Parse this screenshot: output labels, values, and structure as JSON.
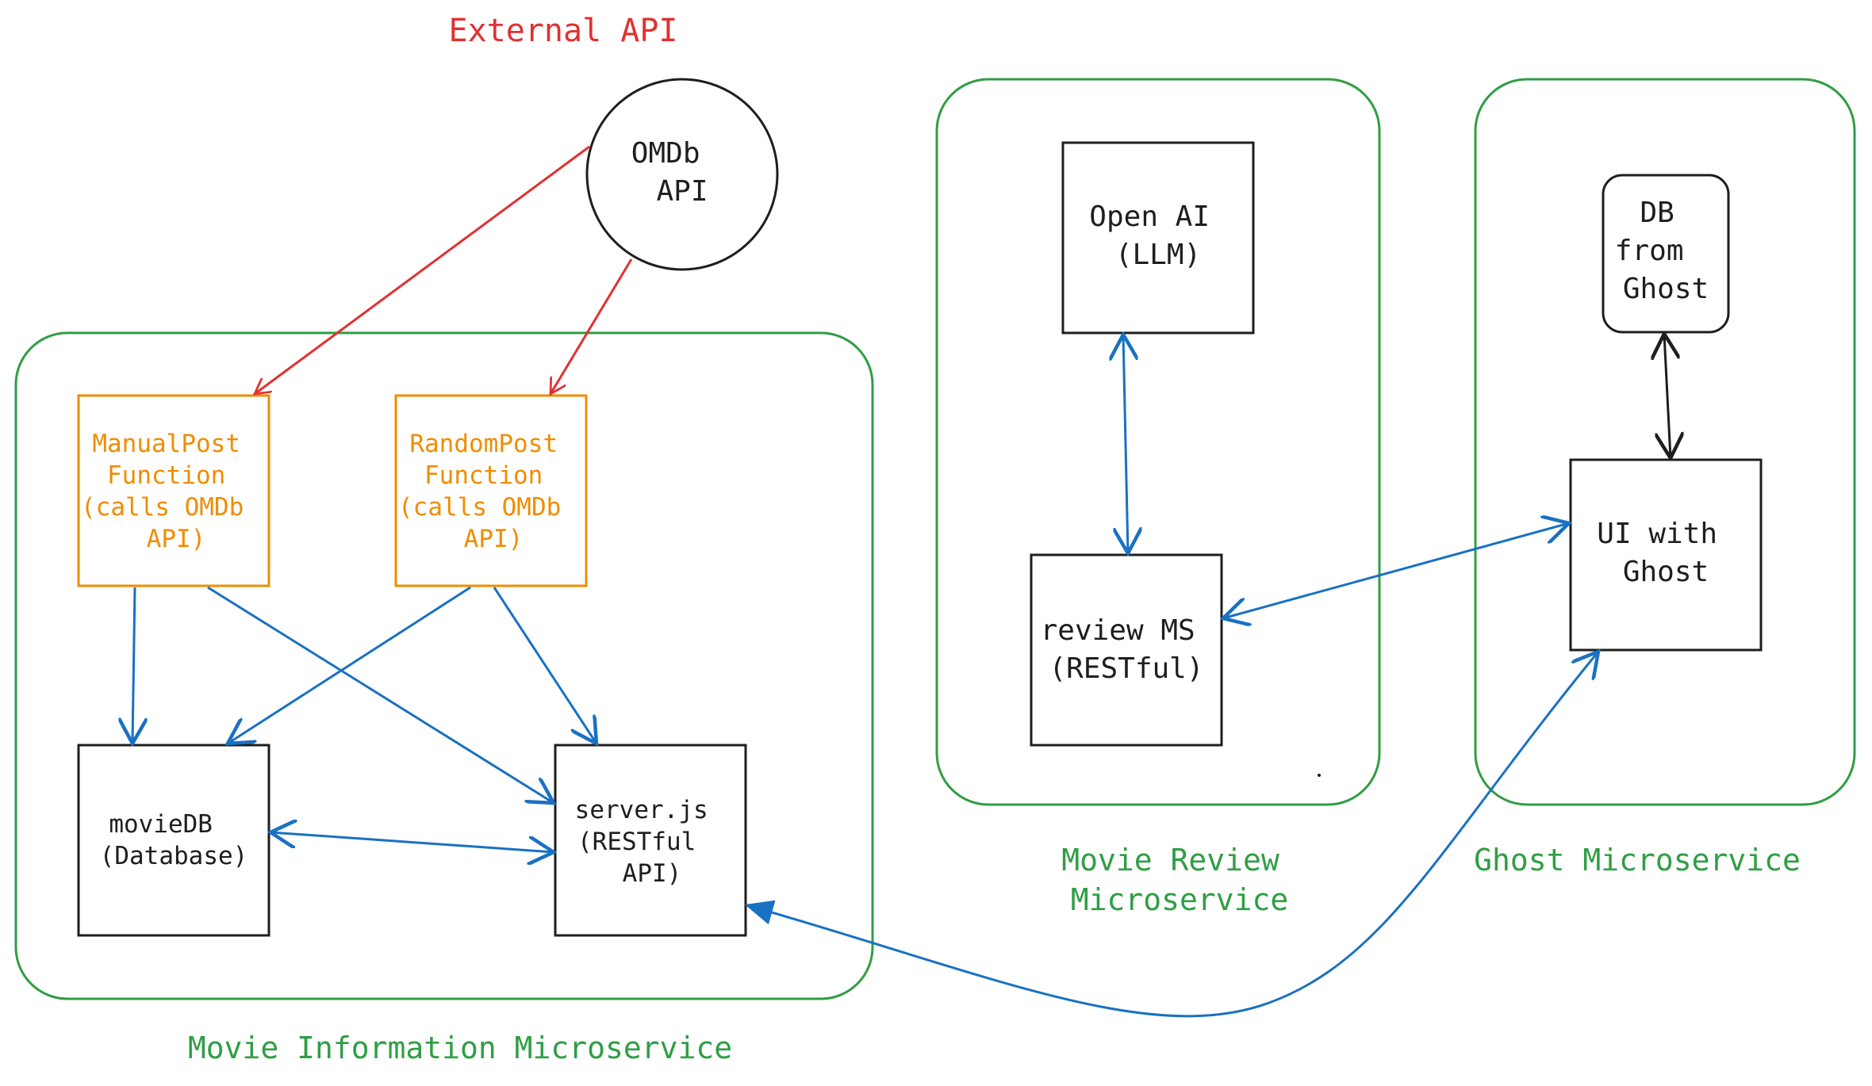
{
  "labels": {
    "external_api": "External API",
    "movie_info_ms": "Movie Information Microservice",
    "movie_review_ms": [
      "Movie Review",
      "Microservice"
    ],
    "ghost_ms": "Ghost Microservice"
  },
  "nodes": {
    "omdb": [
      "OMDb",
      "API"
    ],
    "manual_post": [
      "ManualPost",
      "Function",
      "(calls OMDb",
      "API)"
    ],
    "random_post": [
      "RandomPost",
      "Function",
      "(calls OMDb",
      "API)"
    ],
    "moviedb": [
      "movieDB",
      "(Database)"
    ],
    "serverjs": [
      "server.js",
      "(RESTful",
      "API)"
    ],
    "openai": [
      "Open AI",
      "(LLM)"
    ],
    "review_ms": [
      "review MS",
      "(RESTful)"
    ],
    "db_ghost": [
      "DB",
      "from",
      "Ghost"
    ],
    "ui_ghost": [
      "UI with",
      "Ghost"
    ]
  },
  "colors": {
    "external": "#e03131",
    "group": "#2f9e44",
    "function": "#f08c00",
    "internal_link": "#1971c2",
    "node": "#1e1e1e"
  }
}
